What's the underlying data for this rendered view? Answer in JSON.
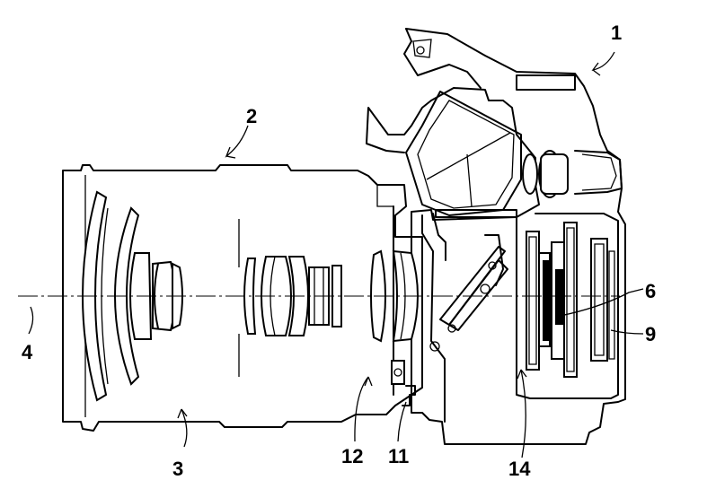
{
  "labels": {
    "camera_body": "1",
    "lens_barrel": "2",
    "lens_unit": "3",
    "optical_axis": "4",
    "image_sensor": "6",
    "circuit_board": "9",
    "contact_11": "11",
    "contact_12": "12",
    "sensor_unit": "14"
  },
  "colors": {
    "line": "#000000",
    "background": "#ffffff"
  }
}
